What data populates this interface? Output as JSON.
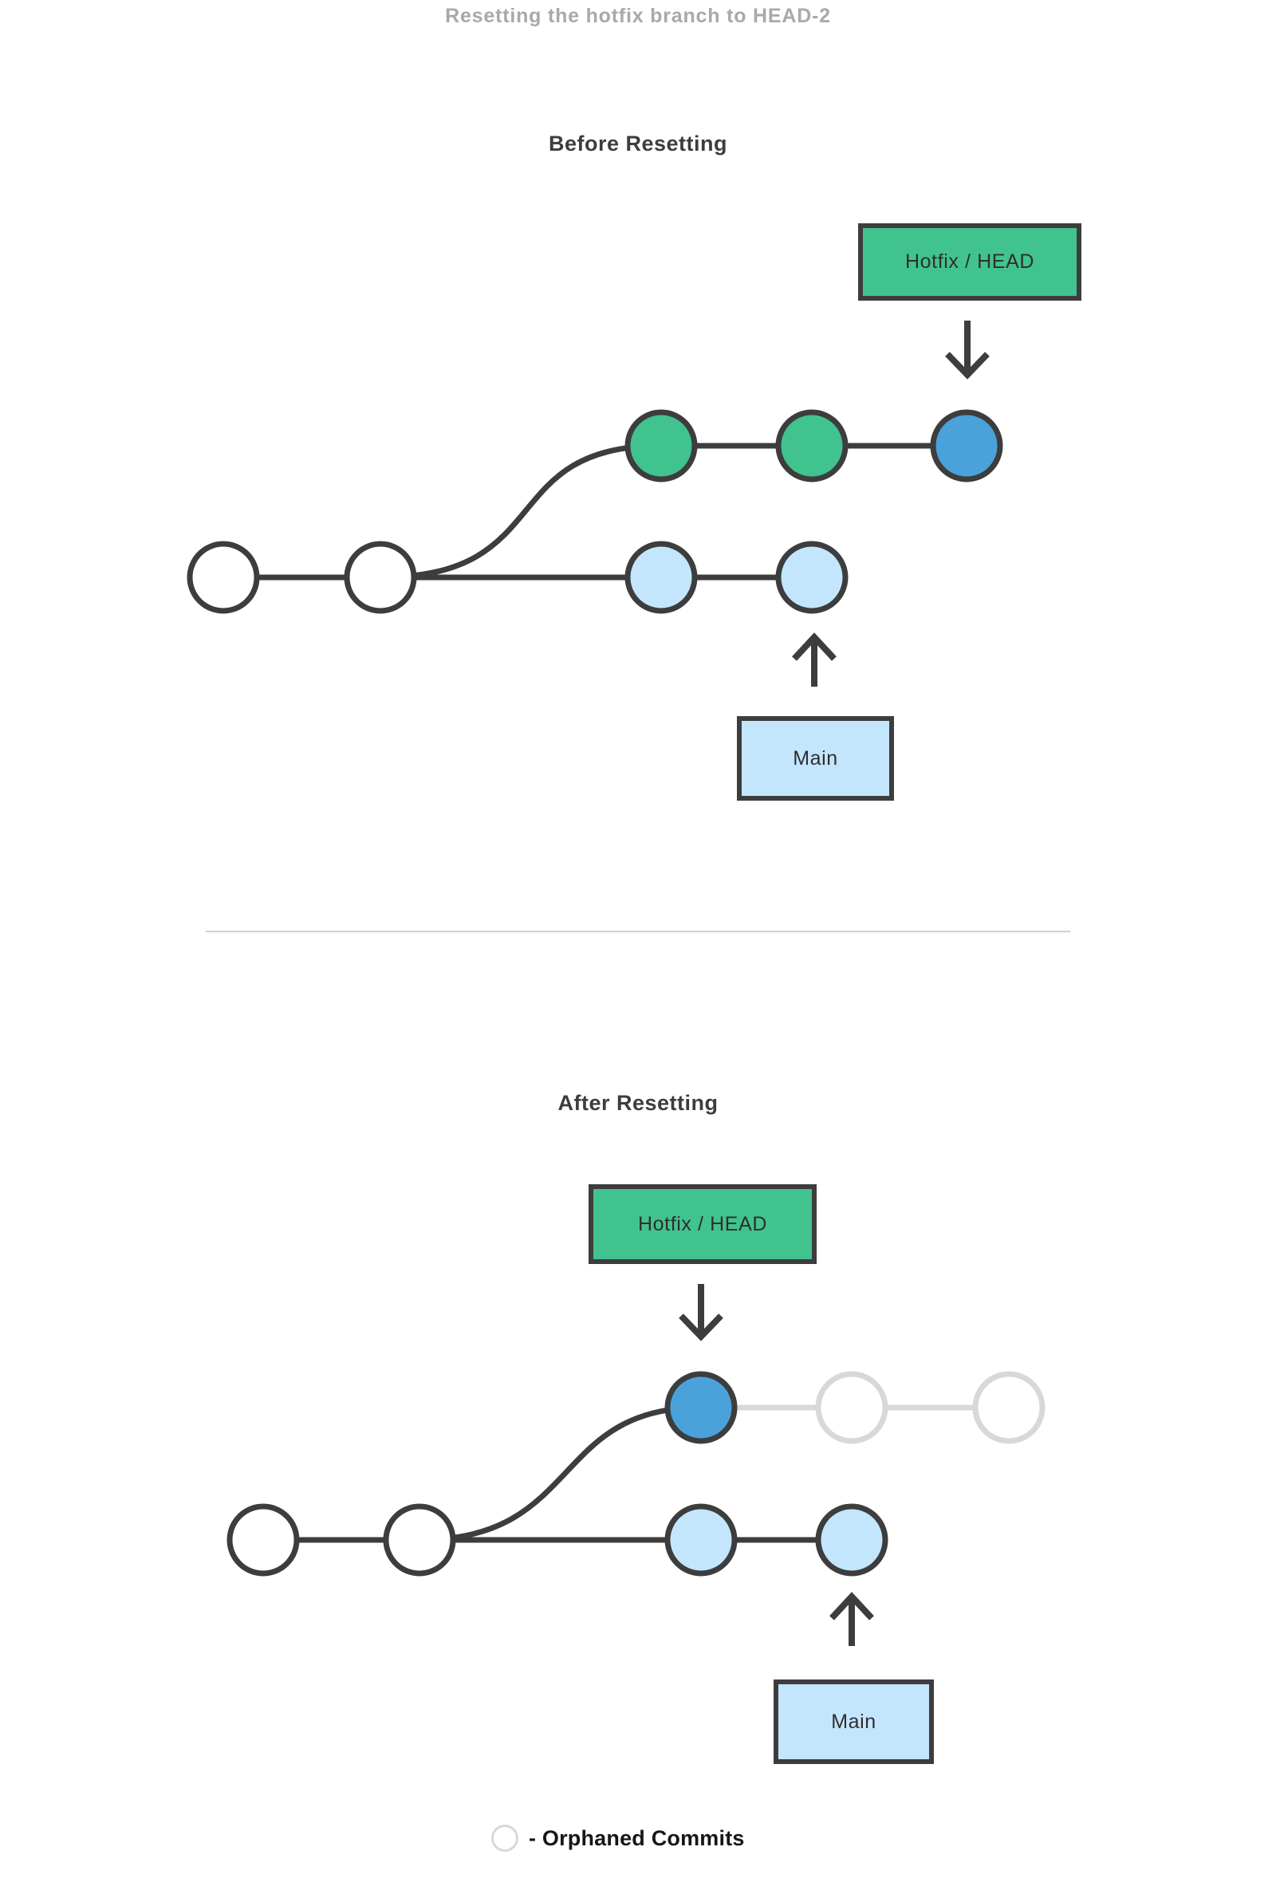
{
  "title": "Resetting the hotfix branch to HEAD-2",
  "colors": {
    "green": "#41C38F",
    "blue": "#4BA2DB",
    "light_blue": "#C3E6FD",
    "white": "#FFFFFF",
    "dark": "#3D3D3D",
    "gray": "#D8D8D8",
    "divider": "#D0D0D0",
    "title_text": "#A9A9A9"
  },
  "before": {
    "heading": "Before Resetting",
    "hotfix_label": "Hotfix / HEAD",
    "main_label": "Main",
    "main_branch_commits": [
      "white",
      "white",
      "light_blue",
      "light_blue"
    ],
    "hotfix_branch_commits": [
      "green",
      "green",
      "blue"
    ]
  },
  "after": {
    "heading": "After Resetting",
    "hotfix_label": "Hotfix / HEAD",
    "main_label": "Main",
    "main_branch_commits": [
      "white",
      "white",
      "light_blue",
      "light_blue"
    ],
    "hotfix_branch_commits": [
      "blue"
    ],
    "orphaned_commits": [
      "white",
      "white"
    ]
  },
  "legend": {
    "text": "- Orphaned Commits"
  }
}
